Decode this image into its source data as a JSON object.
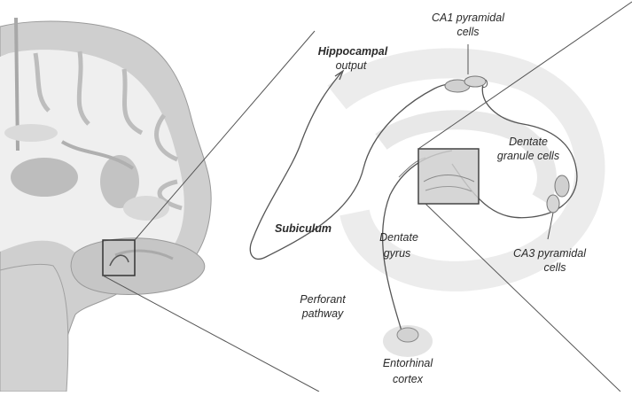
{
  "labels": {
    "ca1": [
      "CA1 pyramidal",
      "cells"
    ],
    "hippocampal_output": [
      "Hippocampal",
      "output"
    ],
    "dentate_granule": [
      "Dentate",
      "granule cells"
    ],
    "subiculum": "Subiculum",
    "dentate_gyrus": [
      "Dentate",
      "gyrus"
    ],
    "ca3": [
      "CA3 pyramidal",
      "cells"
    ],
    "perforant": [
      "Perforant",
      "pathway"
    ],
    "entorhinal": [
      "Entorhinal",
      "cortex"
    ]
  },
  "colors": {
    "background": "#ffffff",
    "brain_tissue": "#c9c9c9",
    "white_matter": "#eeeeee",
    "hippocampus_field": "#e6e6e6",
    "stroke": "#555555",
    "inset_box": "#cfcfcf"
  }
}
